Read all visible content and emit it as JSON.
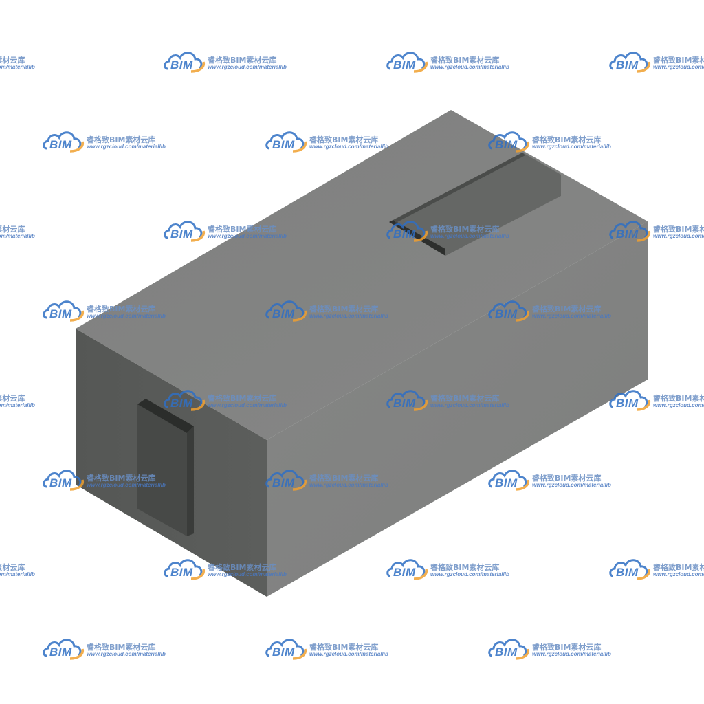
{
  "colors": {
    "background": "#ffffff",
    "box_top": "#808180",
    "box_front": "#585a58",
    "box_right": "#838483",
    "terminal_top": "#666866",
    "terminal_front": "#474947",
    "terminal_edge": "#2a2c2a",
    "watermark_blue": "#2f6fc4",
    "watermark_orange": "#f0a030"
  },
  "watermark": {
    "logo_text": "BIM",
    "brand": "睿格致BIM素材云库",
    "url": "www.rgzcloud.com/materiallib"
  }
}
